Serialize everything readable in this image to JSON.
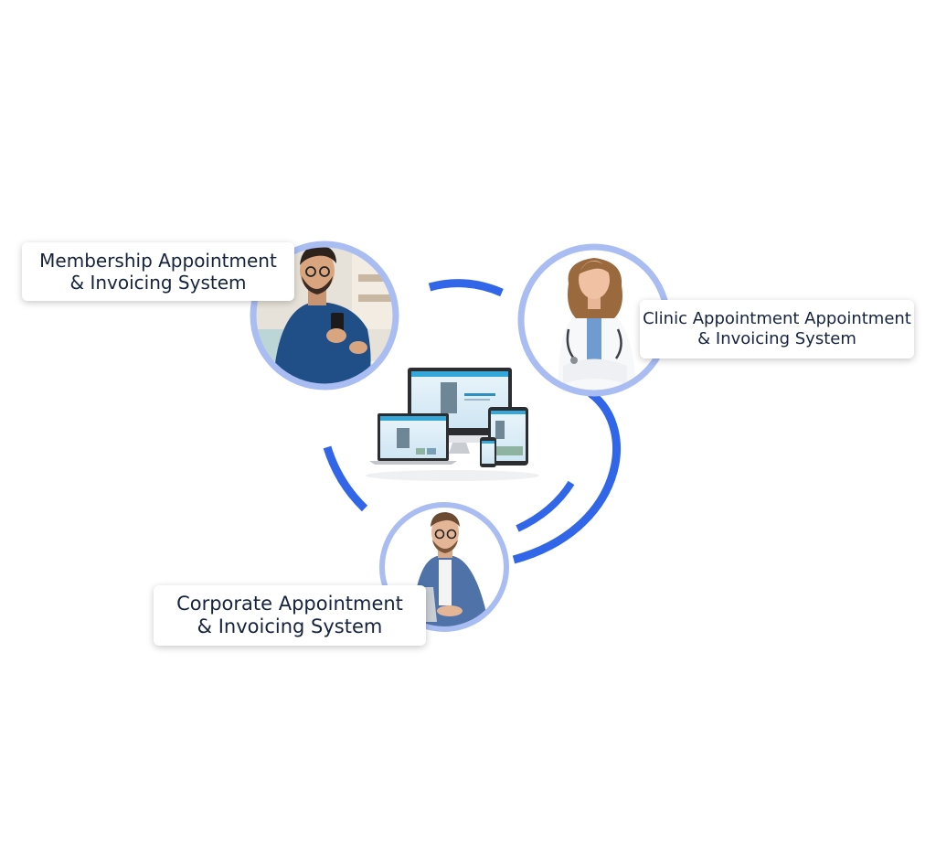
{
  "colors": {
    "accent_blue": "#3266e8",
    "ring_light": "#a9bdf3",
    "label_text": "#15233f",
    "card_bg": "#ffffff"
  },
  "nodes": {
    "membership": {
      "line1": "Membership Appointment",
      "line2": "& Invoicing System",
      "avatar": "man-with-phone"
    },
    "clinic": {
      "line1": "Clinic Appointment Appointment",
      "line2": "& Invoicing System",
      "avatar": "female-doctor"
    },
    "corporate": {
      "line1": "Corporate Appointment",
      "line2": "& Invoicing System",
      "avatar": "man-with-laptop"
    }
  },
  "center": {
    "icon": "responsive-devices-icon"
  }
}
